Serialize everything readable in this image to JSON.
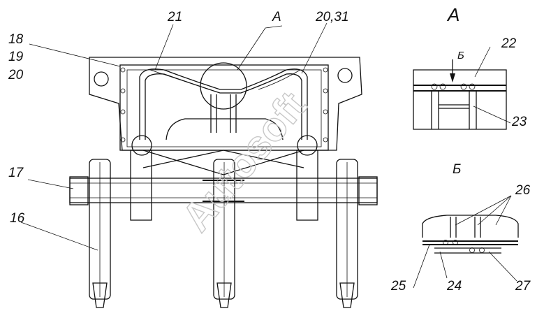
{
  "callouts": {
    "c18": "18",
    "c19": "19",
    "c20": "20",
    "c21": "21",
    "cA": "A",
    "c2031": "20,31",
    "c17": "17",
    "c16": "16",
    "c22": "22",
    "c23": "23",
    "c26": "26",
    "c25": "25",
    "c24": "24",
    "c27": "27"
  },
  "views": {
    "view_a_title": "A",
    "arrow_b": "Б",
    "view_b_title": "Б"
  },
  "watermark": "Autosoft"
}
